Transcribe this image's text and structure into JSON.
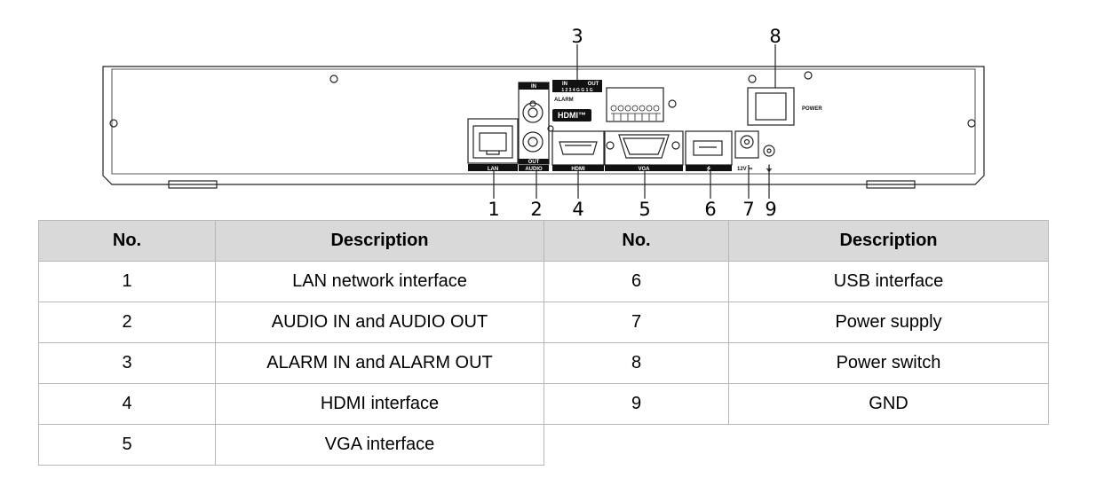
{
  "diagram": {
    "callouts": [
      "1",
      "2",
      "3",
      "4",
      "5",
      "6",
      "7",
      "8",
      "9"
    ],
    "panel_labels": {
      "lan": "LAN",
      "audio": "AUDIO",
      "audio_in": "IN",
      "audio_out": "OUT",
      "alarm": "ALARM",
      "alarm_in": "IN",
      "alarm_out": "OUT",
      "alarm_pins": "1 2 3 4 G G 1 G",
      "hdmi_logo": "HDMI™",
      "hdmi": "HDMI",
      "vga": "VGA",
      "usb": "⭍",
      "power_12v": "12V ⎓",
      "gnd_symbol": "⏚",
      "power": "POWER"
    }
  },
  "table": {
    "headers": [
      "No.",
      "Description",
      "No.",
      "Description"
    ],
    "rows": [
      {
        "no1": "1",
        "desc1": "LAN network interface",
        "no2": "6",
        "desc2": "USB interface"
      },
      {
        "no1": "2",
        "desc1": "AUDIO IN and AUDIO OUT",
        "no2": "7",
        "desc2": "Power supply"
      },
      {
        "no1": "3",
        "desc1": "ALARM IN and ALARM OUT",
        "no2": "8",
        "desc2": "Power switch"
      },
      {
        "no1": "4",
        "desc1": "HDMI interface",
        "no2": "9",
        "desc2": "GND"
      },
      {
        "no1": "5",
        "desc1": "VGA interface",
        "no2": "",
        "desc2": ""
      }
    ]
  }
}
